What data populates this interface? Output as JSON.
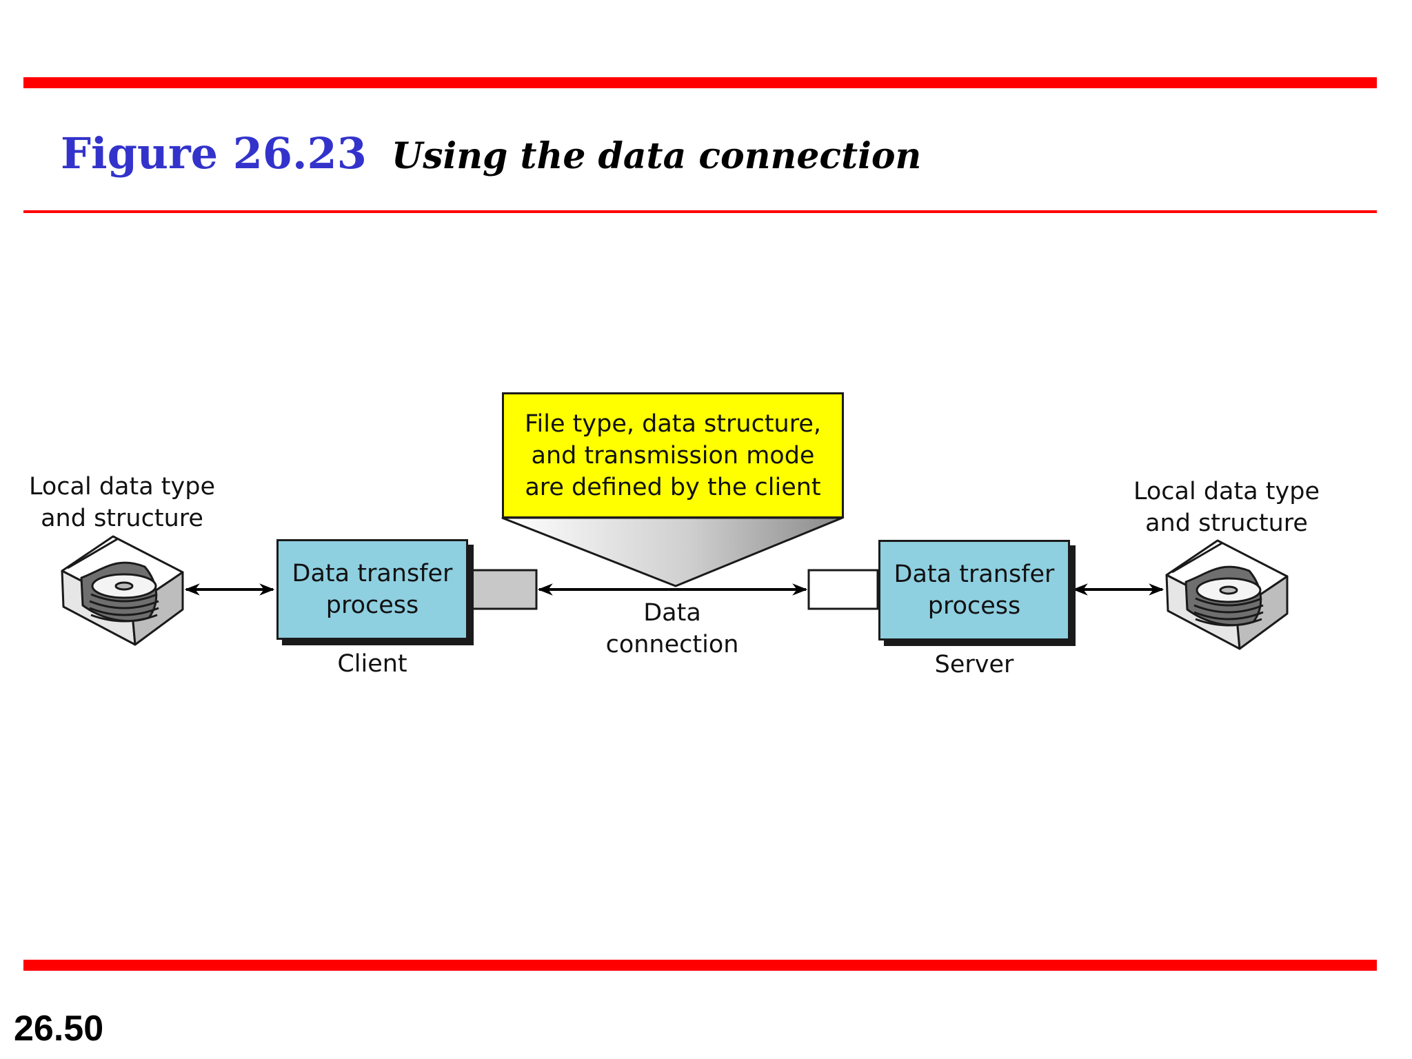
{
  "header": {
    "figure_number": "Figure 26.23",
    "figure_title": "Using the data connection"
  },
  "diagram": {
    "note": {
      "line1": "File type, data structure,",
      "line2": "and transmission mode",
      "line3": "are defined by the client"
    },
    "left_storage": {
      "line1": "Local data type",
      "line2": "and structure",
      "icon": "disk-drive-icon"
    },
    "right_storage": {
      "line1": "Local data type",
      "line2": "and structure",
      "icon": "disk-drive-icon"
    },
    "client": {
      "process_line1": "Data transfer",
      "process_line2": "process",
      "caption": "Client"
    },
    "server": {
      "process_line1": "Data transfer",
      "process_line2": "process",
      "caption": "Server"
    },
    "connection": {
      "line1": "Data",
      "line2": "connection"
    }
  },
  "footer": {
    "page_number": "26.50"
  },
  "colors": {
    "rule": "#ff0000",
    "title_number": "#3333cc",
    "process_box": "#8ecfe0",
    "note_box": "#ffff00",
    "client_port": "#c8c8c8",
    "server_port": "#ffffff"
  }
}
